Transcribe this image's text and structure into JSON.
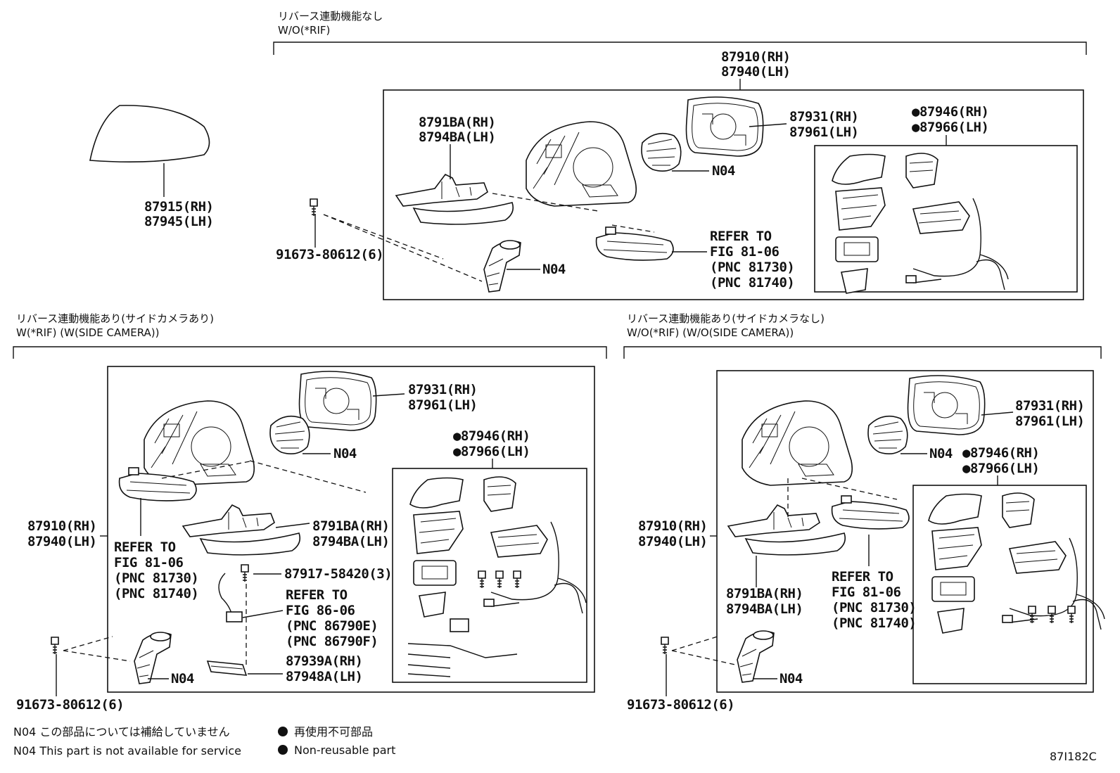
{
  "headers": {
    "top": {
      "jp": "リバース連動機能なし",
      "en": "W/O(*RIF)"
    },
    "left": {
      "jp": "リバース連動機能あり(サイドカメラあり)",
      "en": "W(*RIF) (W(SIDE CAMERA))"
    },
    "right": {
      "jp": "リバース連動機能あり(サイドカメラなし)",
      "en": "W/O(*RIF) (W/O(SIDE CAMERA))"
    }
  },
  "cover": {
    "rh": "87915(RH)",
    "lh": "87945(LH)"
  },
  "top_section": {
    "assy_rh": "87910(RH)",
    "assy_lh": "87940(LH)",
    "cover_rh": "8791BA(RH)",
    "cover_lh": "8794BA(LH)",
    "mirror_rh": "87931(RH)",
    "mirror_lh": "87961(LH)",
    "kit_rh": "●87946(RH)",
    "kit_lh": "●87966(LH)",
    "n04_a": "N04",
    "n04_b": "N04",
    "screw": "91673-80612(6)",
    "refer": [
      "REFER TO",
      "FIG 81-06",
      "(PNC 81730)",
      "(PNC 81740)"
    ]
  },
  "left_section": {
    "mirror_rh": "87931(RH)",
    "mirror_lh": "87961(LH)",
    "kit_rh": "●87946(RH)",
    "kit_lh": "●87966(LH)",
    "assy_rh": "87910(RH)",
    "assy_lh": "87940(LH)",
    "cover_rh": "8791BA(RH)",
    "cover_lh": "8794BA(LH)",
    "screw2": "87917-58420(3)",
    "camera_rh": "87939A(RH)",
    "camera_lh": "87948A(LH)",
    "n04_a": "N04",
    "n04_b": "N04",
    "screw": "91673-80612(6)",
    "refer1": [
      "REFER TO",
      "FIG 81-06",
      "(PNC 81730)",
      "(PNC 81740)"
    ],
    "refer2": [
      "REFER TO",
      "FIG 86-06",
      "(PNC 86790E)",
      "(PNC 86790F)"
    ]
  },
  "right_section": {
    "mirror_rh": "87931(RH)",
    "mirror_lh": "87961(LH)",
    "kit_rh": "●87946(RH)",
    "kit_lh": "●87966(LH)",
    "assy_rh": "87910(RH)",
    "assy_lh": "87940(LH)",
    "cover_rh": "8791BA(RH)",
    "cover_lh": "8794BA(LH)",
    "n04_a": "N04",
    "n04_b": "N04",
    "screw": "91673-80612(6)",
    "refer": [
      "REFER TO",
      "FIG 81-06",
      "(PNC 81730)",
      "(PNC 81740)"
    ]
  },
  "legend": {
    "n04_jp": "N04 この部品については補給していません",
    "n04_en": "N04 This part is not available for service",
    "nonreuse_jp": "再使用不可部品",
    "nonreuse_en": "Non-reusable part"
  },
  "figure_code": "87I182C"
}
